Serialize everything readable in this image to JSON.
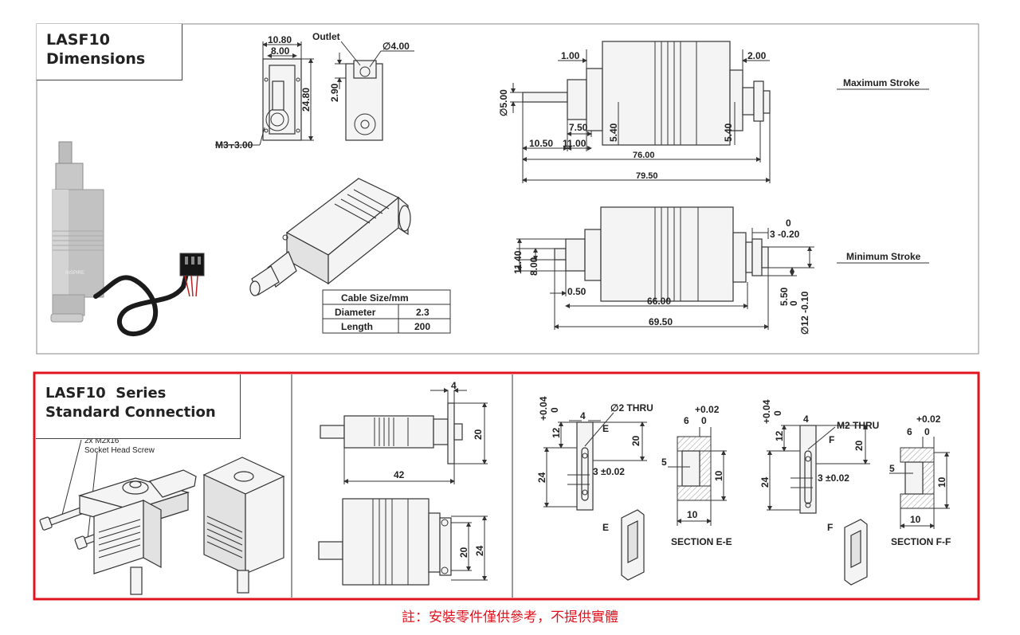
{
  "top_panel": {
    "title_line1": "LASF10",
    "title_line2": "Dimensions",
    "dims": {
      "w1080": "10.80",
      "w800": "8.00",
      "outlet": "Outlet",
      "dia400": "∅4.00",
      "h2480": "24.80",
      "h290": "2.90",
      "m3": "M3⫟3.00",
      "d100": "1.00",
      "d200": "2.00",
      "dia500": "∅5.00",
      "d750": "7.50",
      "d540a": "5.40",
      "d540b": "5.40",
      "d1050": "10.50",
      "d1100": "11.00",
      "d7600": "76.00",
      "d7950": "79.50",
      "max_stroke": "Maximum Stroke",
      "min_stroke": "Minimum Stroke",
      "d1140": "11.40",
      "d800b": "8.00",
      "d050": "0.50",
      "d6600": "66.00",
      "d6950": "69.50",
      "tol_upper": "0",
      "tol_3": "3 -0.20",
      "d550": "5.50",
      "tol_dia12": "∅12 -0.10",
      "tol_dia12_upper": "0"
    },
    "cable_table": {
      "header": "Cable Size/mm",
      "rows": [
        {
          "label": "Diameter",
          "value": "2.3"
        },
        {
          "label": "Length",
          "value": "200"
        }
      ]
    },
    "product_logo": "INSPIRE"
  },
  "bottom_panel": {
    "title_line1": "LASF10  Series",
    "title_line2": "Standard Connection",
    "screw_note1": "2x M2x16",
    "screw_note2": "Socket Head Screw",
    "dims": {
      "b4": "4",
      "b20": "20",
      "b42": "42",
      "b20b": "20",
      "b24": "24"
    },
    "section_e": {
      "tol": "+0.04\n0",
      "tol_upper": "+0.04",
      "tol_lower": "0",
      "d12": "12",
      "d4": "4",
      "thru": "∅2 THRU",
      "e": "E",
      "d20": "20",
      "d24": "24",
      "d3": "3 ±0.02",
      "fit_upper": "+0.02",
      "d6": "6",
      "fit_lower": "0",
      "d5": "5",
      "d10v": "10",
      "d10h": "10",
      "e_lbl": "E",
      "caption": "SECTION E-E"
    },
    "section_f": {
      "tol_upper": "+0.04",
      "tol_lower": "0",
      "d12": "12",
      "d4": "4",
      "thru": "M2 THRU",
      "f": "F",
      "d20": "20",
      "d24": "24",
      "d3": "3 ±0.02",
      "fit_upper": "+0.02",
      "d6": "6",
      "fit_lower": "0",
      "d5": "5",
      "d10v": "10",
      "d10h": "10",
      "f_lbl": "F",
      "caption": "SECTION F-F"
    }
  },
  "note": "註：安裝零件僅供參考，不提供實體",
  "colors": {
    "frame_red": "#e0141e",
    "note_red": "#e0141e",
    "line": "#333333"
  }
}
